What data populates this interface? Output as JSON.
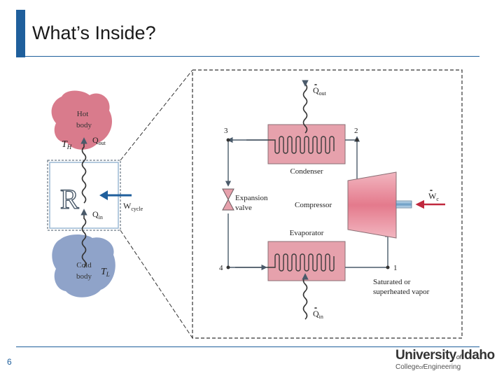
{
  "slide": {
    "title": "What’s Inside?",
    "page_number": "6"
  },
  "logo": {
    "main_left": "University",
    "main_of": "of",
    "main_right": "Idaho",
    "sub_left": "College",
    "sub_of": "of",
    "sub_right": "Engineering"
  },
  "left_diagram": {
    "hot_body": [
      "Hot",
      "body"
    ],
    "cold_body": [
      "Cold",
      "body"
    ],
    "th_main": "T",
    "th_sub": "H",
    "tl_main": "T",
    "tl_sub": "L",
    "q_out_main": "Q",
    "q_out_sub": "out",
    "q_in_main": "Q",
    "q_in_sub": "in",
    "r_label": "R",
    "w_main": "W",
    "w_sub": "cycle"
  },
  "right_diagram": {
    "state_1": "1",
    "state_2": "2",
    "state_3": "3",
    "state_4": "4",
    "condenser": "Condenser",
    "evaporator": "Evaporator",
    "compressor": "Compressor",
    "expansion_valve": [
      "Expansion",
      "valve"
    ],
    "state1_note": [
      "Saturated or",
      "superheated vapor"
    ],
    "qdot_out_main": "Q",
    "qdot_out_sub": "out",
    "qdot_in_main": "Q",
    "qdot_in_sub": "in",
    "wdot_main": "W",
    "wdot_sub": "c"
  },
  "colors": {
    "accent": "#1f5f9c",
    "hot_body": "#d97b8c",
    "cold_body": "#8fa3c9",
    "heat_exchanger": "#e6a1ac",
    "compressor": "#e47a8c",
    "line": "#4a5a6a",
    "arrow_red": "#c0283e"
  }
}
